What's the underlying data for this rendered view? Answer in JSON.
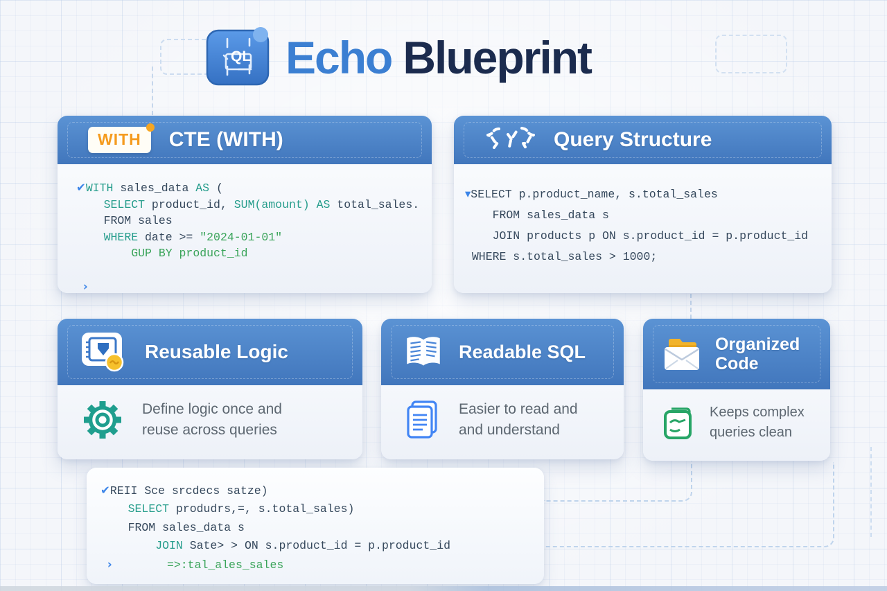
{
  "header": {
    "logo_text": "QL",
    "title_echo": "Echo",
    "title_blueprint": "Blueprint"
  },
  "colors": {
    "header_blue": "#4b84c6",
    "title_echo_blue": "#3b7fd2",
    "title_navy": "#1b2b4e",
    "keyword_teal": "#269d8c",
    "code_slate": "#35485c",
    "string_green": "#3aa45a",
    "marker_blue": "#3c85e8",
    "badge_orange": "#f59b1e",
    "gold_badge": "#f6c12d",
    "gear_teal": "#1f9e8e",
    "doc_blue": "#4285f4",
    "doc_green": "#27a566",
    "body_gray": "#5d6771"
  },
  "cards": {
    "cte": {
      "badge": "WITH",
      "title": "CTE (WITH)"
    },
    "query": {
      "title": "Query Structure"
    },
    "reusable": {
      "title": "Reusable Logic",
      "body": "Define logic once and reuse across queries"
    },
    "readable": {
      "title": "Readable SQL",
      "body": "Easier to read and and understand"
    },
    "organized": {
      "title": "Organized Code",
      "body": "Keeps complex queries clean"
    }
  },
  "code": {
    "cte": [
      [
        {
          "t": "✔",
          "c": "mark"
        },
        {
          "t": "WITH",
          "c": "kw"
        },
        {
          "t": " sales_data ",
          "c": "id"
        },
        {
          "t": "AS",
          "c": "kw"
        },
        {
          "t": " (",
          "c": "id"
        }
      ],
      [
        {
          "t": "    ",
          "c": "id"
        },
        {
          "t": "SELECT",
          "c": "kw"
        },
        {
          "t": " product_id, ",
          "c": "id"
        },
        {
          "t": "SUM(amount)",
          "c": "kw"
        },
        {
          "t": " ",
          "c": "id"
        },
        {
          "t": "AS",
          "c": "kw"
        },
        {
          "t": " total_sales.",
          "c": "id"
        }
      ],
      [
        {
          "t": "    FROM sales",
          "c": "id"
        }
      ],
      [
        {
          "t": "    ",
          "c": "id"
        },
        {
          "t": "WHERE",
          "c": "kw"
        },
        {
          "t": " date >= ",
          "c": "id"
        },
        {
          "t": "\"2024-01-01\"",
          "c": "str"
        }
      ],
      [
        {
          "t": "        GUP BY product_id",
          "c": "str"
        }
      ],
      [
        {
          "t": " ",
          "c": "id"
        }
      ],
      [
        {
          "t": " ",
          "c": "id"
        },
        {
          "t": "›",
          "c": "mark"
        }
      ]
    ],
    "query": [
      [
        {
          "t": "▾",
          "c": "mark"
        },
        {
          "t": "SELECT p.product_name, s.total_sales",
          "c": "id"
        }
      ],
      [
        {
          "t": "    FROM sales_data s",
          "c": "id"
        }
      ],
      [
        {
          "t": "    JOIN products p ON s.product_id = p.product_id",
          "c": "id"
        }
      ],
      [
        {
          "t": " WHERE s.total_sales > 1000;",
          "c": "id"
        }
      ]
    ],
    "bottom": [
      [
        {
          "t": "✔",
          "c": "mark"
        },
        {
          "t": "REII Sce srcdecs satze)",
          "c": "id"
        }
      ],
      [
        {
          "t": "    ",
          "c": "id"
        },
        {
          "t": "SELECT",
          "c": "kw"
        },
        {
          "t": " produdrs,=, s.total_sales)",
          "c": "id"
        }
      ],
      [
        {
          "t": "    FROM sales_data s",
          "c": "id"
        }
      ],
      [
        {
          "t": "        ",
          "c": "id"
        },
        {
          "t": "JOIN",
          "c": "kw"
        },
        {
          "t": " Sate> > ON s.product_id = p.product_id",
          "c": "id"
        }
      ],
      [
        {
          "t": " ",
          "c": "id"
        },
        {
          "t": "›",
          "c": "mark"
        },
        {
          "t": "        ",
          "c": "id"
        },
        {
          "t": "=>:tal_ales_sales",
          "c": "str"
        }
      ]
    ]
  }
}
